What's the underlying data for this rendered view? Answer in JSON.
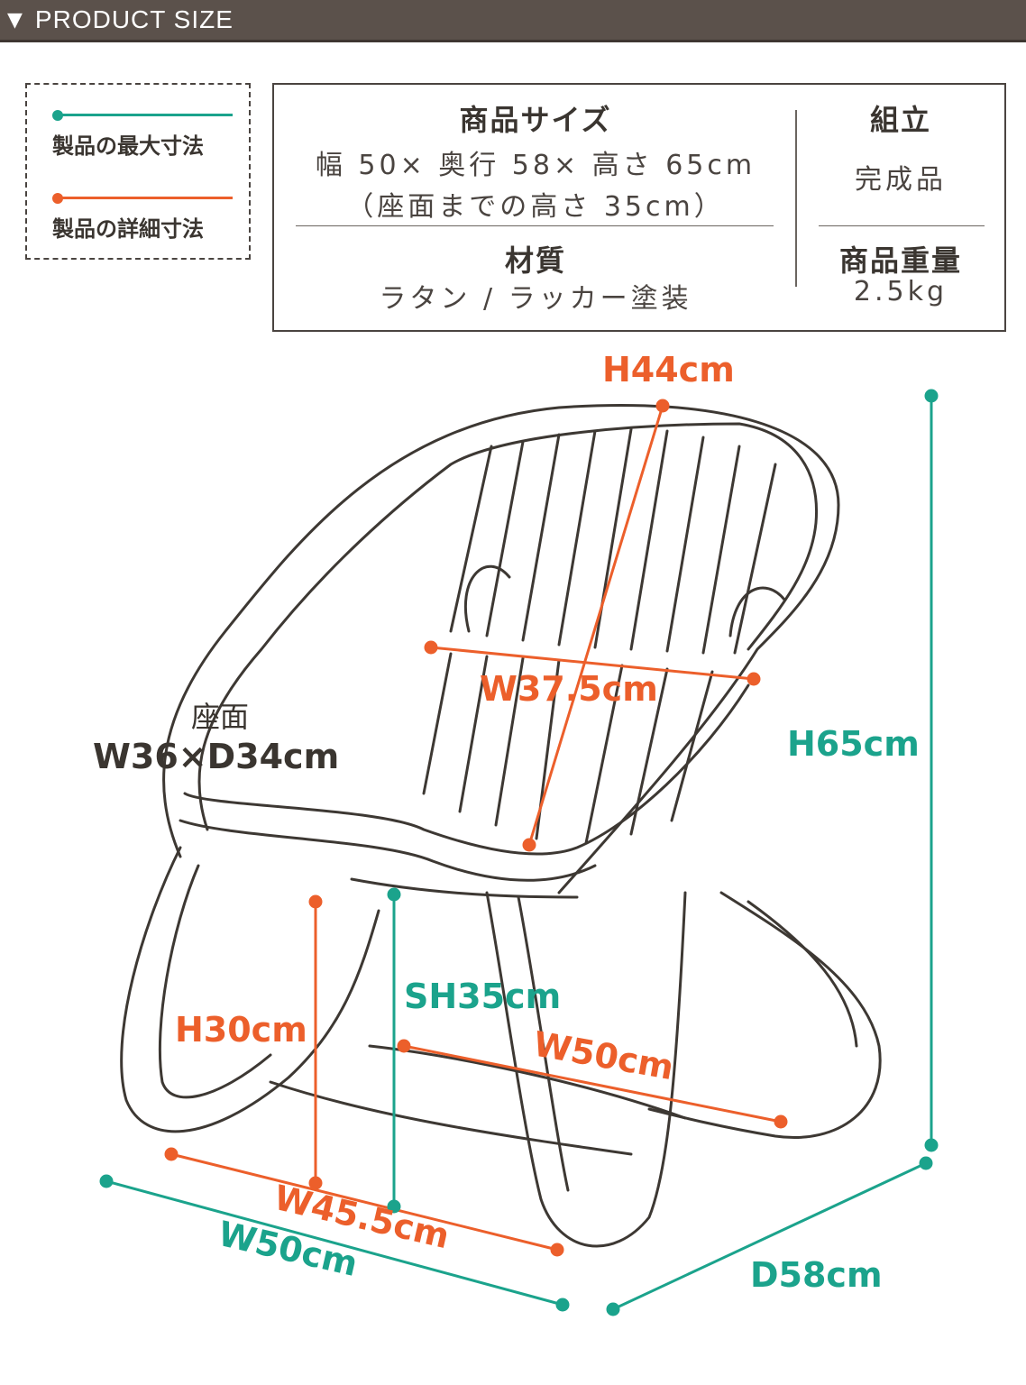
{
  "header": {
    "title": "PRODUCT SIZE"
  },
  "legend": {
    "max_label": "製品の最大寸法",
    "detail_label": "製品の詳細寸法"
  },
  "info": {
    "size_heading": "商品サイズ",
    "size_line1": "幅 50× 奥行 58× 高さ 65cm",
    "size_line2": "（座面までの高さ 35cm）",
    "material_heading": "材質",
    "material_value": "ラタン / ラッカー塗装",
    "assembly_heading": "組立",
    "assembly_value": "完成品",
    "weight_heading": "商品重量",
    "weight_value": "2.5kg"
  },
  "dimensions": {
    "backrest_height": "H44cm",
    "back_width": "W37.5cm",
    "seat_label": "座面",
    "seat_size": "W36×D34cm",
    "total_height": "H65cm",
    "seat_height": "SH35cm",
    "leg_height": "H30cm",
    "base_width": "W50cm",
    "front_width_inner": "W45.5cm",
    "front_width": "W50cm",
    "depth": "D58cm"
  },
  "colors": {
    "max_dimension": "#1ba38c",
    "detail_dimension": "#ec5f2b",
    "text_dark": "#3a3530",
    "header_bg": "#5b514b"
  }
}
